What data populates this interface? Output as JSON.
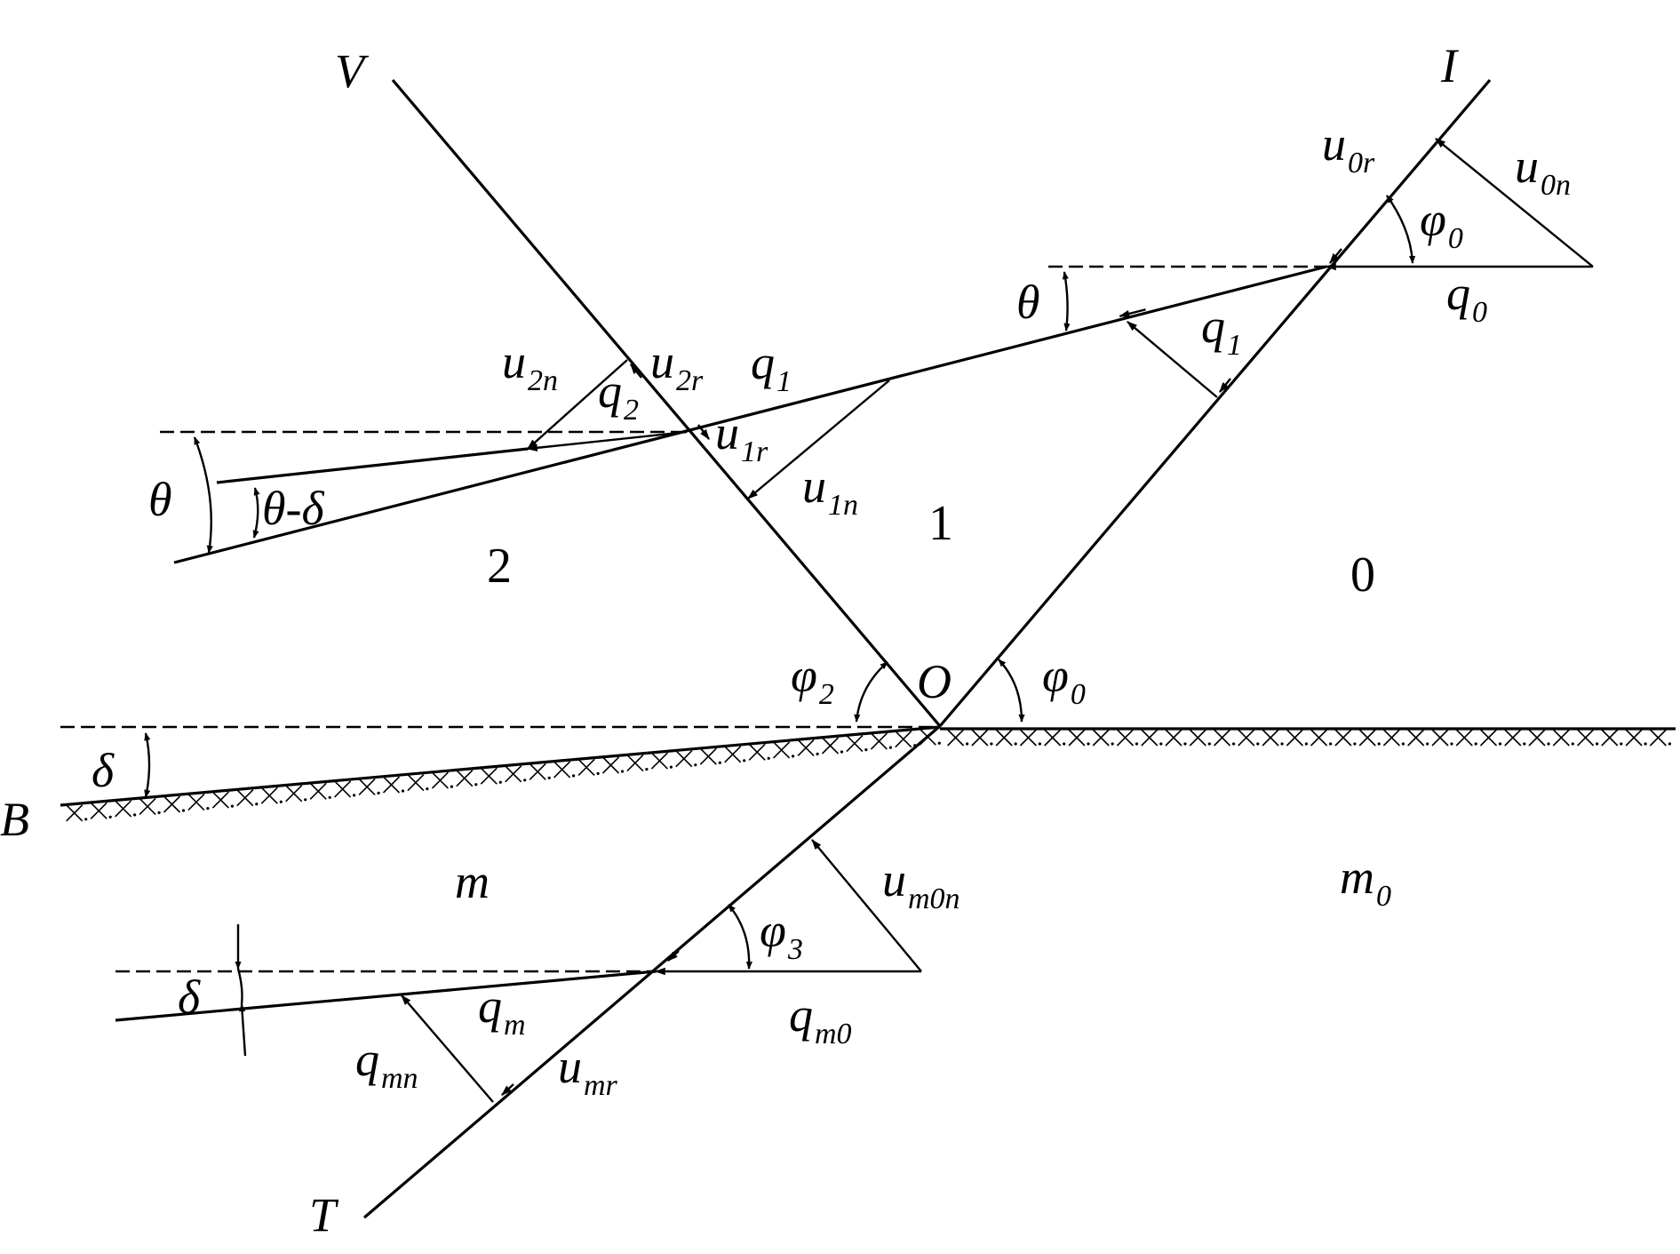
{
  "labels": {
    "V": "V",
    "I": "I",
    "O": "O",
    "B": "B",
    "T": "T",
    "u0r": {
      "main": "u",
      "sub": "0r"
    },
    "u0n": {
      "main": "u",
      "sub": "0n"
    },
    "phi0_top": {
      "main": "φ",
      "sub": "0"
    },
    "q0": {
      "main": "q",
      "sub": "0"
    },
    "theta_right": "θ",
    "q1_right": {
      "main": "q",
      "sub": "1"
    },
    "q1_mid": {
      "main": "q",
      "sub": "1"
    },
    "u2n": {
      "main": "u",
      "sub": "2n"
    },
    "q2": {
      "main": "q",
      "sub": "2"
    },
    "u2r": {
      "main": "u",
      "sub": "2r"
    },
    "u1r": {
      "main": "u",
      "sub": "1r"
    },
    "u1n": {
      "main": "u",
      "sub": "1n"
    },
    "theta_left": "θ",
    "theta_minus_delta": "θ-δ",
    "phi2": {
      "main": "φ",
      "sub": "2"
    },
    "phi0_bottom": {
      "main": "φ",
      "sub": "0"
    },
    "delta_upper": "δ",
    "um0n": {
      "main": "u",
      "sub": "m0n"
    },
    "phi3": {
      "main": "φ",
      "sub": "3"
    },
    "qm0": {
      "main": "q",
      "sub": "m0"
    },
    "qm": {
      "main": "q",
      "sub": "m"
    },
    "qmn": {
      "main": "q",
      "sub": "mn"
    },
    "umr": {
      "main": "u",
      "sub": "mr"
    },
    "delta_lower": "δ"
  },
  "regions": {
    "r0": "0",
    "r1": "1",
    "r2": "2",
    "m": "m",
    "m0": {
      "main": "m",
      "sub": "0"
    }
  }
}
